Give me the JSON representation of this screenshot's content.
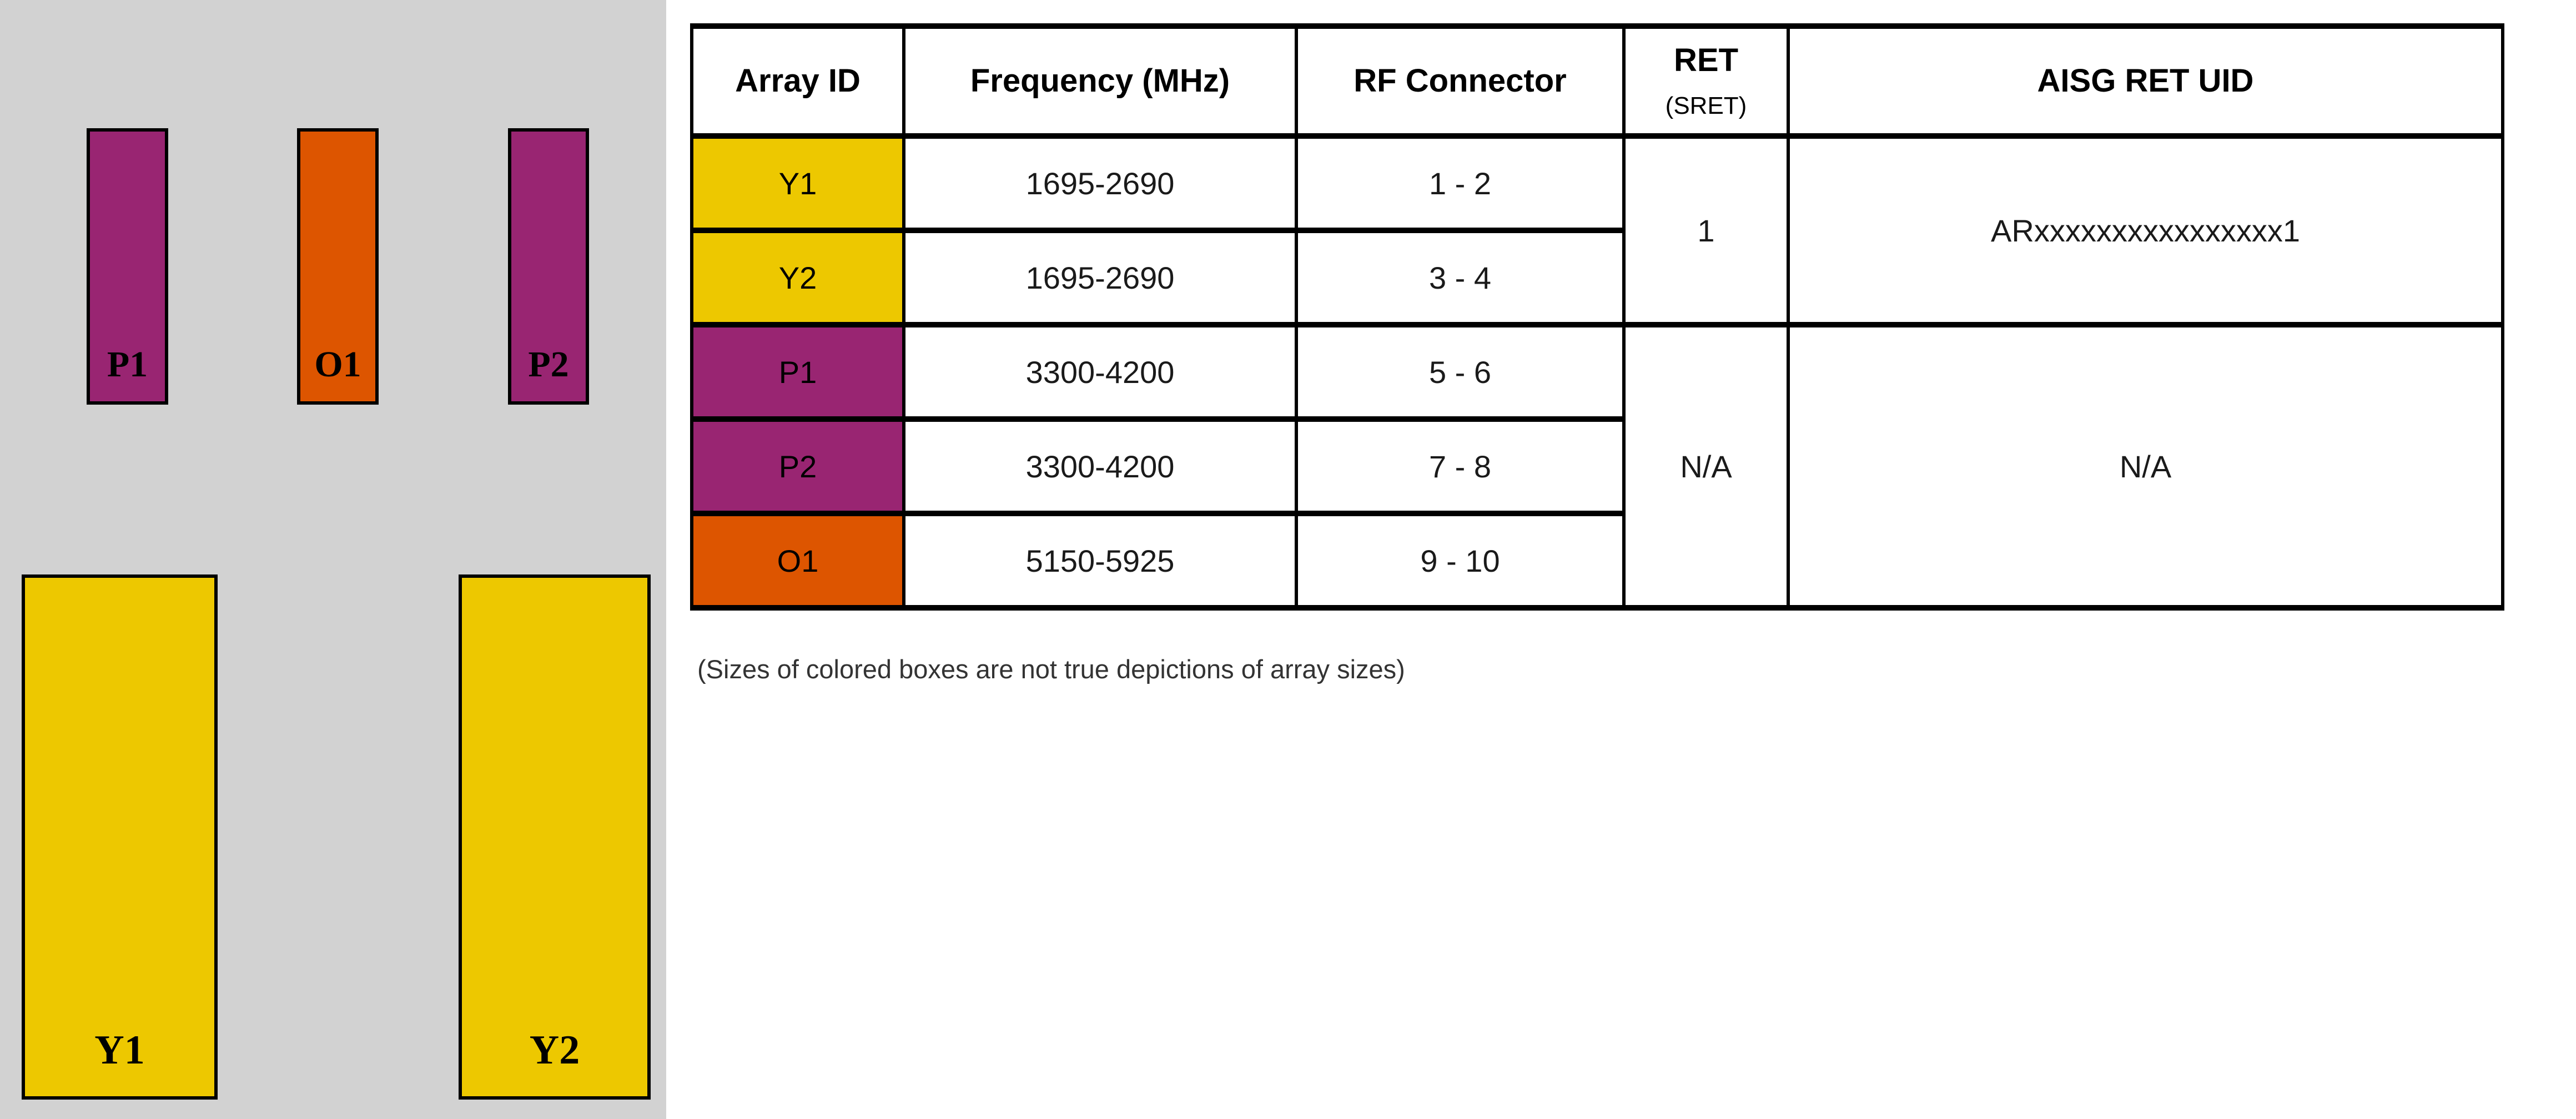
{
  "page": {
    "background": "#FFFFFF"
  },
  "diagram": {
    "panel_background": "#D2D2D2",
    "arrays": [
      {
        "label": "P1",
        "color": "#992572"
      },
      {
        "label": "O1",
        "color": "#DD5500"
      },
      {
        "label": "P2",
        "color": "#992572"
      },
      {
        "label": "Y1",
        "color": "#EDC800"
      },
      {
        "label": "Y2",
        "color": "#EDC800"
      }
    ]
  },
  "table": {
    "header": {
      "array_id": "Array ID",
      "frequency": "Frequency (MHz)",
      "rf_connector": "RF Connector",
      "ret": "RET",
      "ret_sub": "(SRET)",
      "aisg_ret_uid": "AISG RET UID"
    },
    "rows": [
      {
        "array_id": "Y1",
        "color": "#EDC800",
        "frequency": "1695-2690",
        "rf_connector": "1 - 2"
      },
      {
        "array_id": "Y2",
        "color": "#EDC800",
        "frequency": "1695-2690",
        "rf_connector": "3 - 4"
      },
      {
        "array_id": "P1",
        "color": "#992572",
        "frequency": "3300-4200",
        "rf_connector": "5 - 6"
      },
      {
        "array_id": "P2",
        "color": "#992572",
        "frequency": "3300-4200",
        "rf_connector": "7 - 8"
      },
      {
        "array_id": "O1",
        "color": "#DD5500",
        "frequency": "5150-5925",
        "rf_connector": "9 - 10"
      }
    ],
    "ret_groups": [
      {
        "ret": "1",
        "aisg_ret_uid": "ARxxxxxxxxxxxxxxxx1",
        "rows_spanned": 2
      },
      {
        "ret": "N/A",
        "aisg_ret_uid": "N/A",
        "rows_spanned": 3
      }
    ]
  },
  "note": "(Sizes of colored boxes are not true depictions of array sizes)"
}
